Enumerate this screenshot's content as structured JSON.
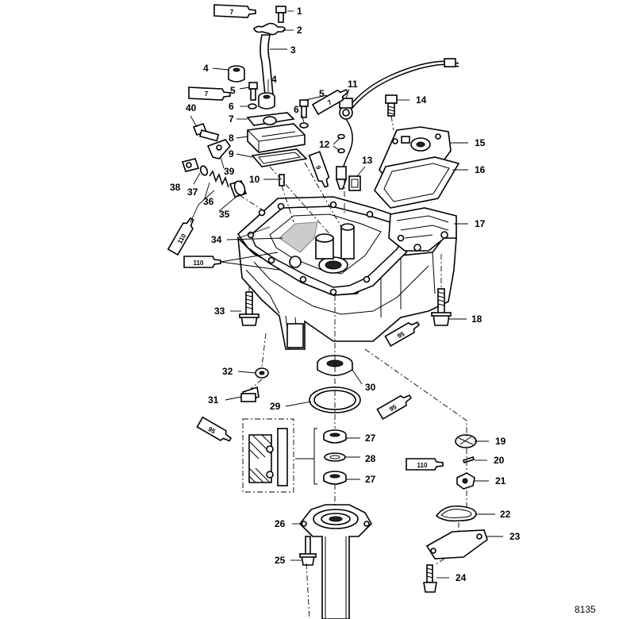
{
  "figure_number": "8135",
  "callouts": [
    {
      "id": "c1",
      "text": "1"
    },
    {
      "id": "c2",
      "text": "2"
    },
    {
      "id": "c3",
      "text": "3"
    },
    {
      "id": "c4a",
      "text": "4"
    },
    {
      "id": "c4b",
      "text": "4"
    },
    {
      "id": "c5a",
      "text": "5"
    },
    {
      "id": "c5b",
      "text": "5"
    },
    {
      "id": "c6a",
      "text": "6"
    },
    {
      "id": "c6b",
      "text": "6"
    },
    {
      "id": "c7",
      "text": "7"
    },
    {
      "id": "c8",
      "text": "8"
    },
    {
      "id": "c9",
      "text": "9"
    },
    {
      "id": "c10",
      "text": "10"
    },
    {
      "id": "c11",
      "text": "11"
    },
    {
      "id": "c12",
      "text": "12"
    },
    {
      "id": "c13",
      "text": "13"
    },
    {
      "id": "c14",
      "text": "14"
    },
    {
      "id": "c15",
      "text": "15"
    },
    {
      "id": "c16",
      "text": "16"
    },
    {
      "id": "c17",
      "text": "17"
    },
    {
      "id": "c18",
      "text": "18"
    },
    {
      "id": "c19",
      "text": "19"
    },
    {
      "id": "c20",
      "text": "20"
    },
    {
      "id": "c21",
      "text": "21"
    },
    {
      "id": "c22",
      "text": "22"
    },
    {
      "id": "c23",
      "text": "23"
    },
    {
      "id": "c24",
      "text": "24"
    },
    {
      "id": "c25",
      "text": "25"
    },
    {
      "id": "c26",
      "text": "26"
    },
    {
      "id": "c27a",
      "text": "27"
    },
    {
      "id": "c27b",
      "text": "27"
    },
    {
      "id": "c28",
      "text": "28"
    },
    {
      "id": "c29",
      "text": "29"
    },
    {
      "id": "c30",
      "text": "30"
    },
    {
      "id": "c31",
      "text": "31"
    },
    {
      "id": "c32",
      "text": "32"
    },
    {
      "id": "c33",
      "text": "33"
    },
    {
      "id": "c34",
      "text": "34"
    },
    {
      "id": "c35",
      "text": "35"
    },
    {
      "id": "c36",
      "text": "36"
    },
    {
      "id": "c37",
      "text": "37"
    },
    {
      "id": "c38",
      "text": "38"
    },
    {
      "id": "c39",
      "text": "39"
    },
    {
      "id": "c40",
      "text": "40"
    }
  ],
  "tubes": [
    {
      "id": "t1",
      "text": "7"
    },
    {
      "id": "t2",
      "text": "7"
    },
    {
      "id": "t3",
      "text": "7"
    },
    {
      "id": "t4",
      "text": "9"
    },
    {
      "id": "t5",
      "text": "110"
    },
    {
      "id": "t6",
      "text": "110"
    },
    {
      "id": "t7",
      "text": "95"
    },
    {
      "id": "t8",
      "text": "95"
    },
    {
      "id": "t9",
      "text": "95"
    },
    {
      "id": "t10",
      "text": "110"
    }
  ]
}
